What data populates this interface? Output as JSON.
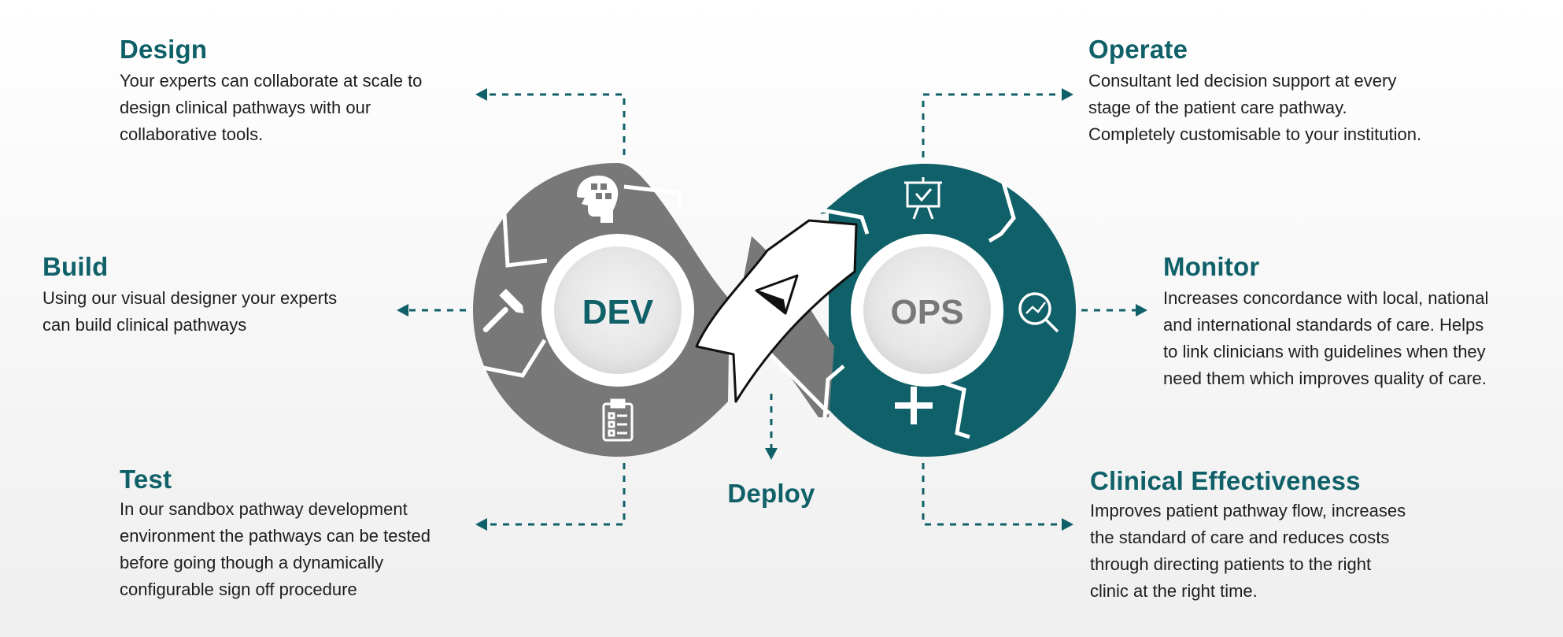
{
  "colors": {
    "teal": "#0f6068",
    "grey": "#787878",
    "text": "#1e1e1e"
  },
  "center": {
    "dev": "DEV",
    "ops": "OPS"
  },
  "icons": [
    "brain-puzzle-icon",
    "hammer-icon",
    "clipboard-icon",
    "paper-plane-icon",
    "presentation-check-icon",
    "search-chart-icon",
    "plus-icon"
  ],
  "design": {
    "title": "Design",
    "lines": [
      "Your experts can collaborate at scale to",
      "design clinical pathways with our",
      "collaborative tools."
    ]
  },
  "build": {
    "title": "Build",
    "lines": [
      "Using our visual designer your experts",
      "can build clinical pathways"
    ]
  },
  "test": {
    "title": "Test",
    "lines": [
      "In our sandbox pathway development",
      "environment the pathways can be tested",
      "before going though a dynamically",
      "configurable sign off procedure"
    ]
  },
  "deploy": {
    "title": "Deploy"
  },
  "operate": {
    "title": "Operate",
    "lines": [
      "Consultant led decision support at every",
      "stage of the patient care pathway.",
      "Completely customisable to your institution."
    ]
  },
  "monitor": {
    "title": "Monitor",
    "lines": [
      "Increases concordance with local, national",
      "and international standards of care. Helps",
      "to link clinicians with guidelines when they",
      "need them which improves quality of care."
    ]
  },
  "clinical": {
    "title": "Clinical Effectiveness",
    "lines": [
      "Improves patient pathway flow, increases",
      "the standard of care and reduces costs",
      "through directing patients to the right",
      "clinic at the right time."
    ]
  }
}
